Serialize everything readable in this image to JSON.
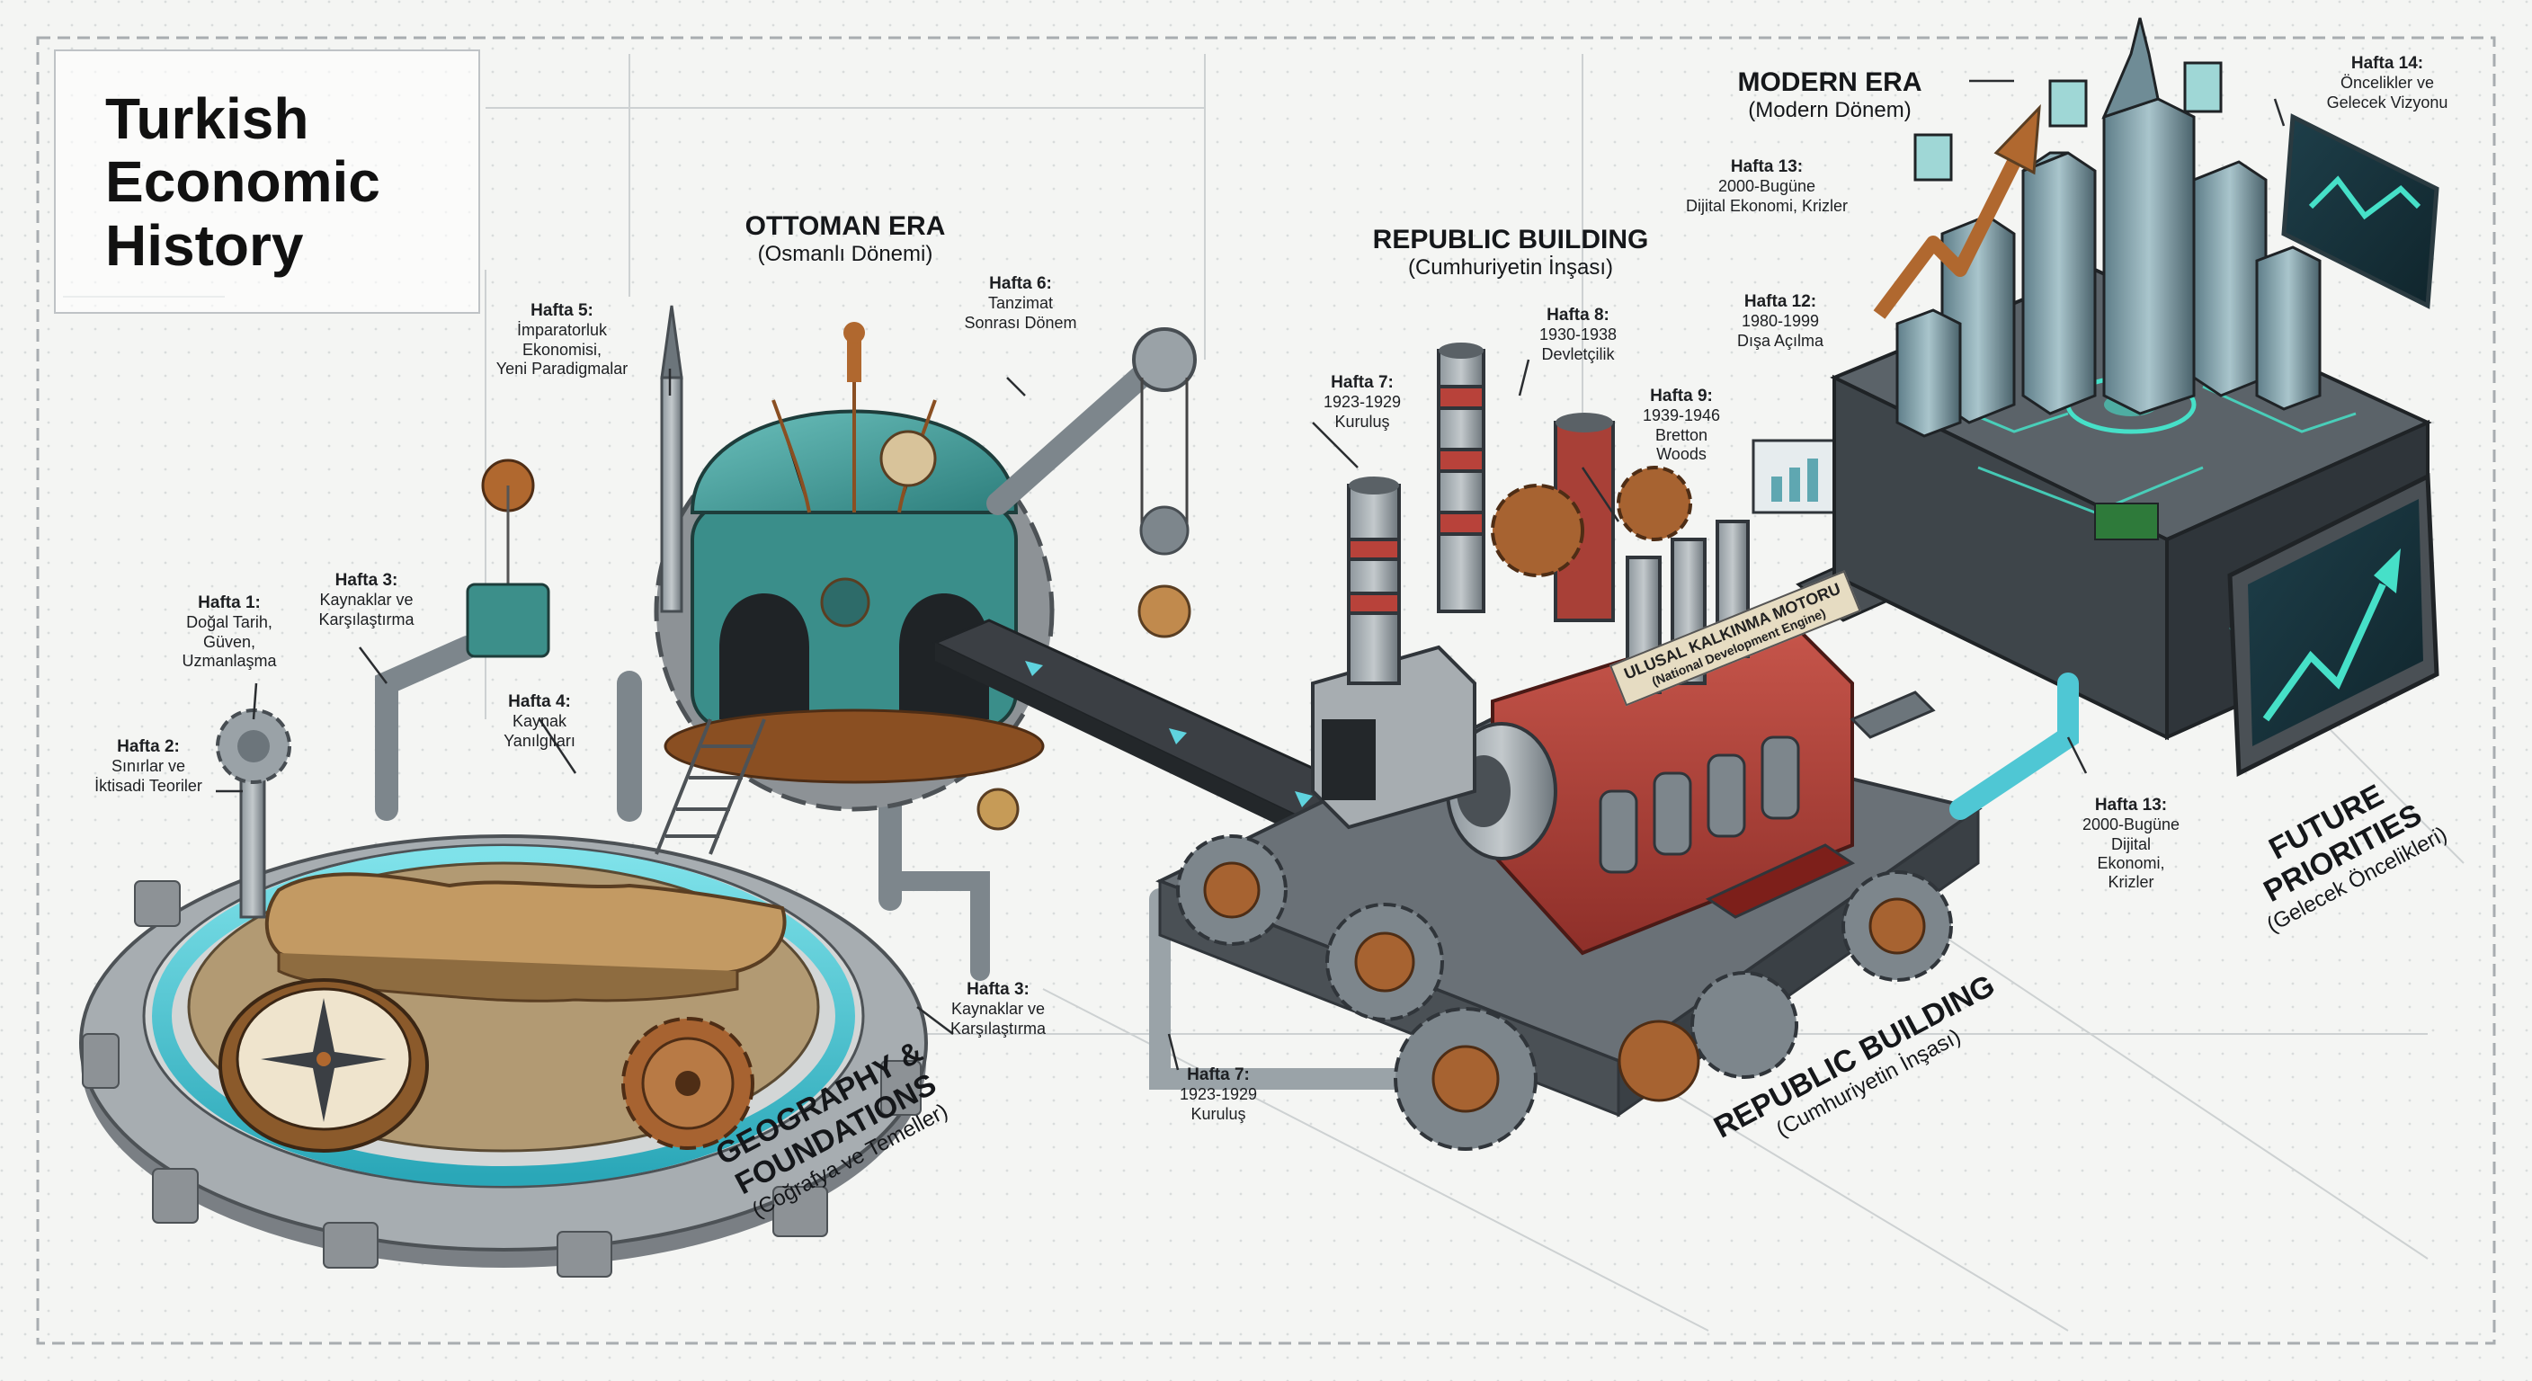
{
  "title": {
    "lines": [
      "Turkish",
      "Economic",
      "History"
    ]
  },
  "eras": {
    "ottoman": {
      "en": "OTTOMAN ERA",
      "tr": "(Osmanlı Dönemi)"
    },
    "republic_top": {
      "en": "REPUBLIC BUILDING",
      "tr": "(Cumhuriyetin İnşası)"
    },
    "modern": {
      "en": "MODERN ERA",
      "tr": "(Modern Dönem)"
    },
    "geography": {
      "en1": "GEOGRAPHY &",
      "en2": "FOUNDATIONS",
      "tr": "(Coğrafya ve Temeller)"
    },
    "republic_bottom": {
      "en": "REPUBLIC BUILDING",
      "tr": "(Cumhuriyetin İnşası)"
    },
    "future": {
      "en1": "FUTURE",
      "en2": "PRIORITIES",
      "tr": "(Gelecek Öncelikleri)"
    }
  },
  "engine": {
    "line1": "ULUSAL KALKINMA MOTORU",
    "line2": "(National Development Engine)"
  },
  "weeks": {
    "w1": {
      "label": "Hafta 1:",
      "lines": [
        "Doğal Tarih,",
        "Güven,",
        "Uzmanlaşma"
      ]
    },
    "w2": {
      "label": "Hafta 2:",
      "lines": [
        "Sınırlar ve",
        "İktisadi Teoriler"
      ]
    },
    "w3a": {
      "label": "Hafta 3:",
      "lines": [
        "Kaynaklar ve",
        "Karşılaştırma"
      ]
    },
    "w3b": {
      "label": "Hafta 3:",
      "lines": [
        "Kaynaklar ve",
        "Karşılaştırma"
      ]
    },
    "w4": {
      "label": "Hafta 4:",
      "lines": [
        "Kaynak",
        "Yanılgıları"
      ]
    },
    "w5": {
      "label": "Hafta 5:",
      "lines": [
        "İmparatorluk",
        "Ekonomisi,",
        "Yeni Paradigmalar"
      ]
    },
    "w6": {
      "label": "Hafta 6:",
      "lines": [
        "Tanzimat",
        "Sonrası Dönem"
      ]
    },
    "w7a": {
      "label": "Hafta 7:",
      "lines": [
        "1923-1929",
        "Kuruluş"
      ]
    },
    "w7b": {
      "label": "Hafta 7:",
      "lines": [
        "1923-1929",
        "Kuruluş"
      ]
    },
    "w8": {
      "label": "Hafta 8:",
      "lines": [
        "1930-1938",
        "Devletçilik"
      ]
    },
    "w9": {
      "label": "Hafta 9:",
      "lines": [
        "1939-1946",
        "Bretton",
        "Woods"
      ]
    },
    "w12": {
      "label": "Hafta 12:",
      "lines": [
        "1980-1999",
        "Dışa Açılma"
      ]
    },
    "w13a": {
      "label": "Hafta 13:",
      "lines": [
        "2000-Bugüne",
        "Dijital Ekonomi, Krizler"
      ]
    },
    "w13b": {
      "label": "Hafta 13:",
      "lines": [
        "2000-Bugüne",
        "Dijital",
        "Ekonomi,",
        "Krizler"
      ]
    },
    "w14": {
      "label": "Hafta 14:",
      "lines": [
        "Öncelikler ve",
        "Gelecek Vizyonu"
      ]
    }
  },
  "colors": {
    "teal": "#3aa9a6",
    "copper": "#b0682f",
    "red": "#b8423a",
    "steel": "#7d868c",
    "water": "#4fc7d4",
    "neon": "#46e0c8"
  }
}
